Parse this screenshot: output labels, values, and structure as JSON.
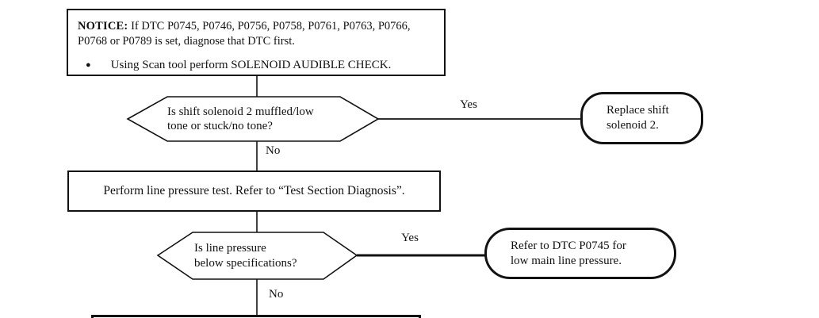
{
  "diagram": {
    "title_hint": "DTC diagnostic flowchart",
    "colors": {
      "ink": "#121212",
      "background": "#ffffff"
    },
    "notice": {
      "label": "NOTICE:",
      "text": "If DTC P0745, P0746, P0756, P0758, P0761, P0763, P0766, P0768 or P0789 is set, diagnose that DTC first.",
      "bullet_glyph": "●",
      "bullet_text": "Using Scan tool perform SOLENOID AUDIBLE CHECK."
    },
    "decision1": {
      "line1": "Is shift solenoid 2 muffled/low",
      "line2": "tone or stuck/no tone?",
      "yes_label": "Yes",
      "no_label": "No"
    },
    "terminal1": {
      "line1": "Replace shift",
      "line2": "solenoid 2."
    },
    "process1": {
      "text": "Perform line pressure test. Refer to “Test Section Diagnosis”."
    },
    "decision2": {
      "line1": "Is line pressure",
      "line2": "below specifications?",
      "yes_label": "Yes",
      "no_label": "No"
    },
    "terminal2": {
      "line1": "Refer to DTC P0745 for",
      "line2": "low main line pressure."
    }
  }
}
